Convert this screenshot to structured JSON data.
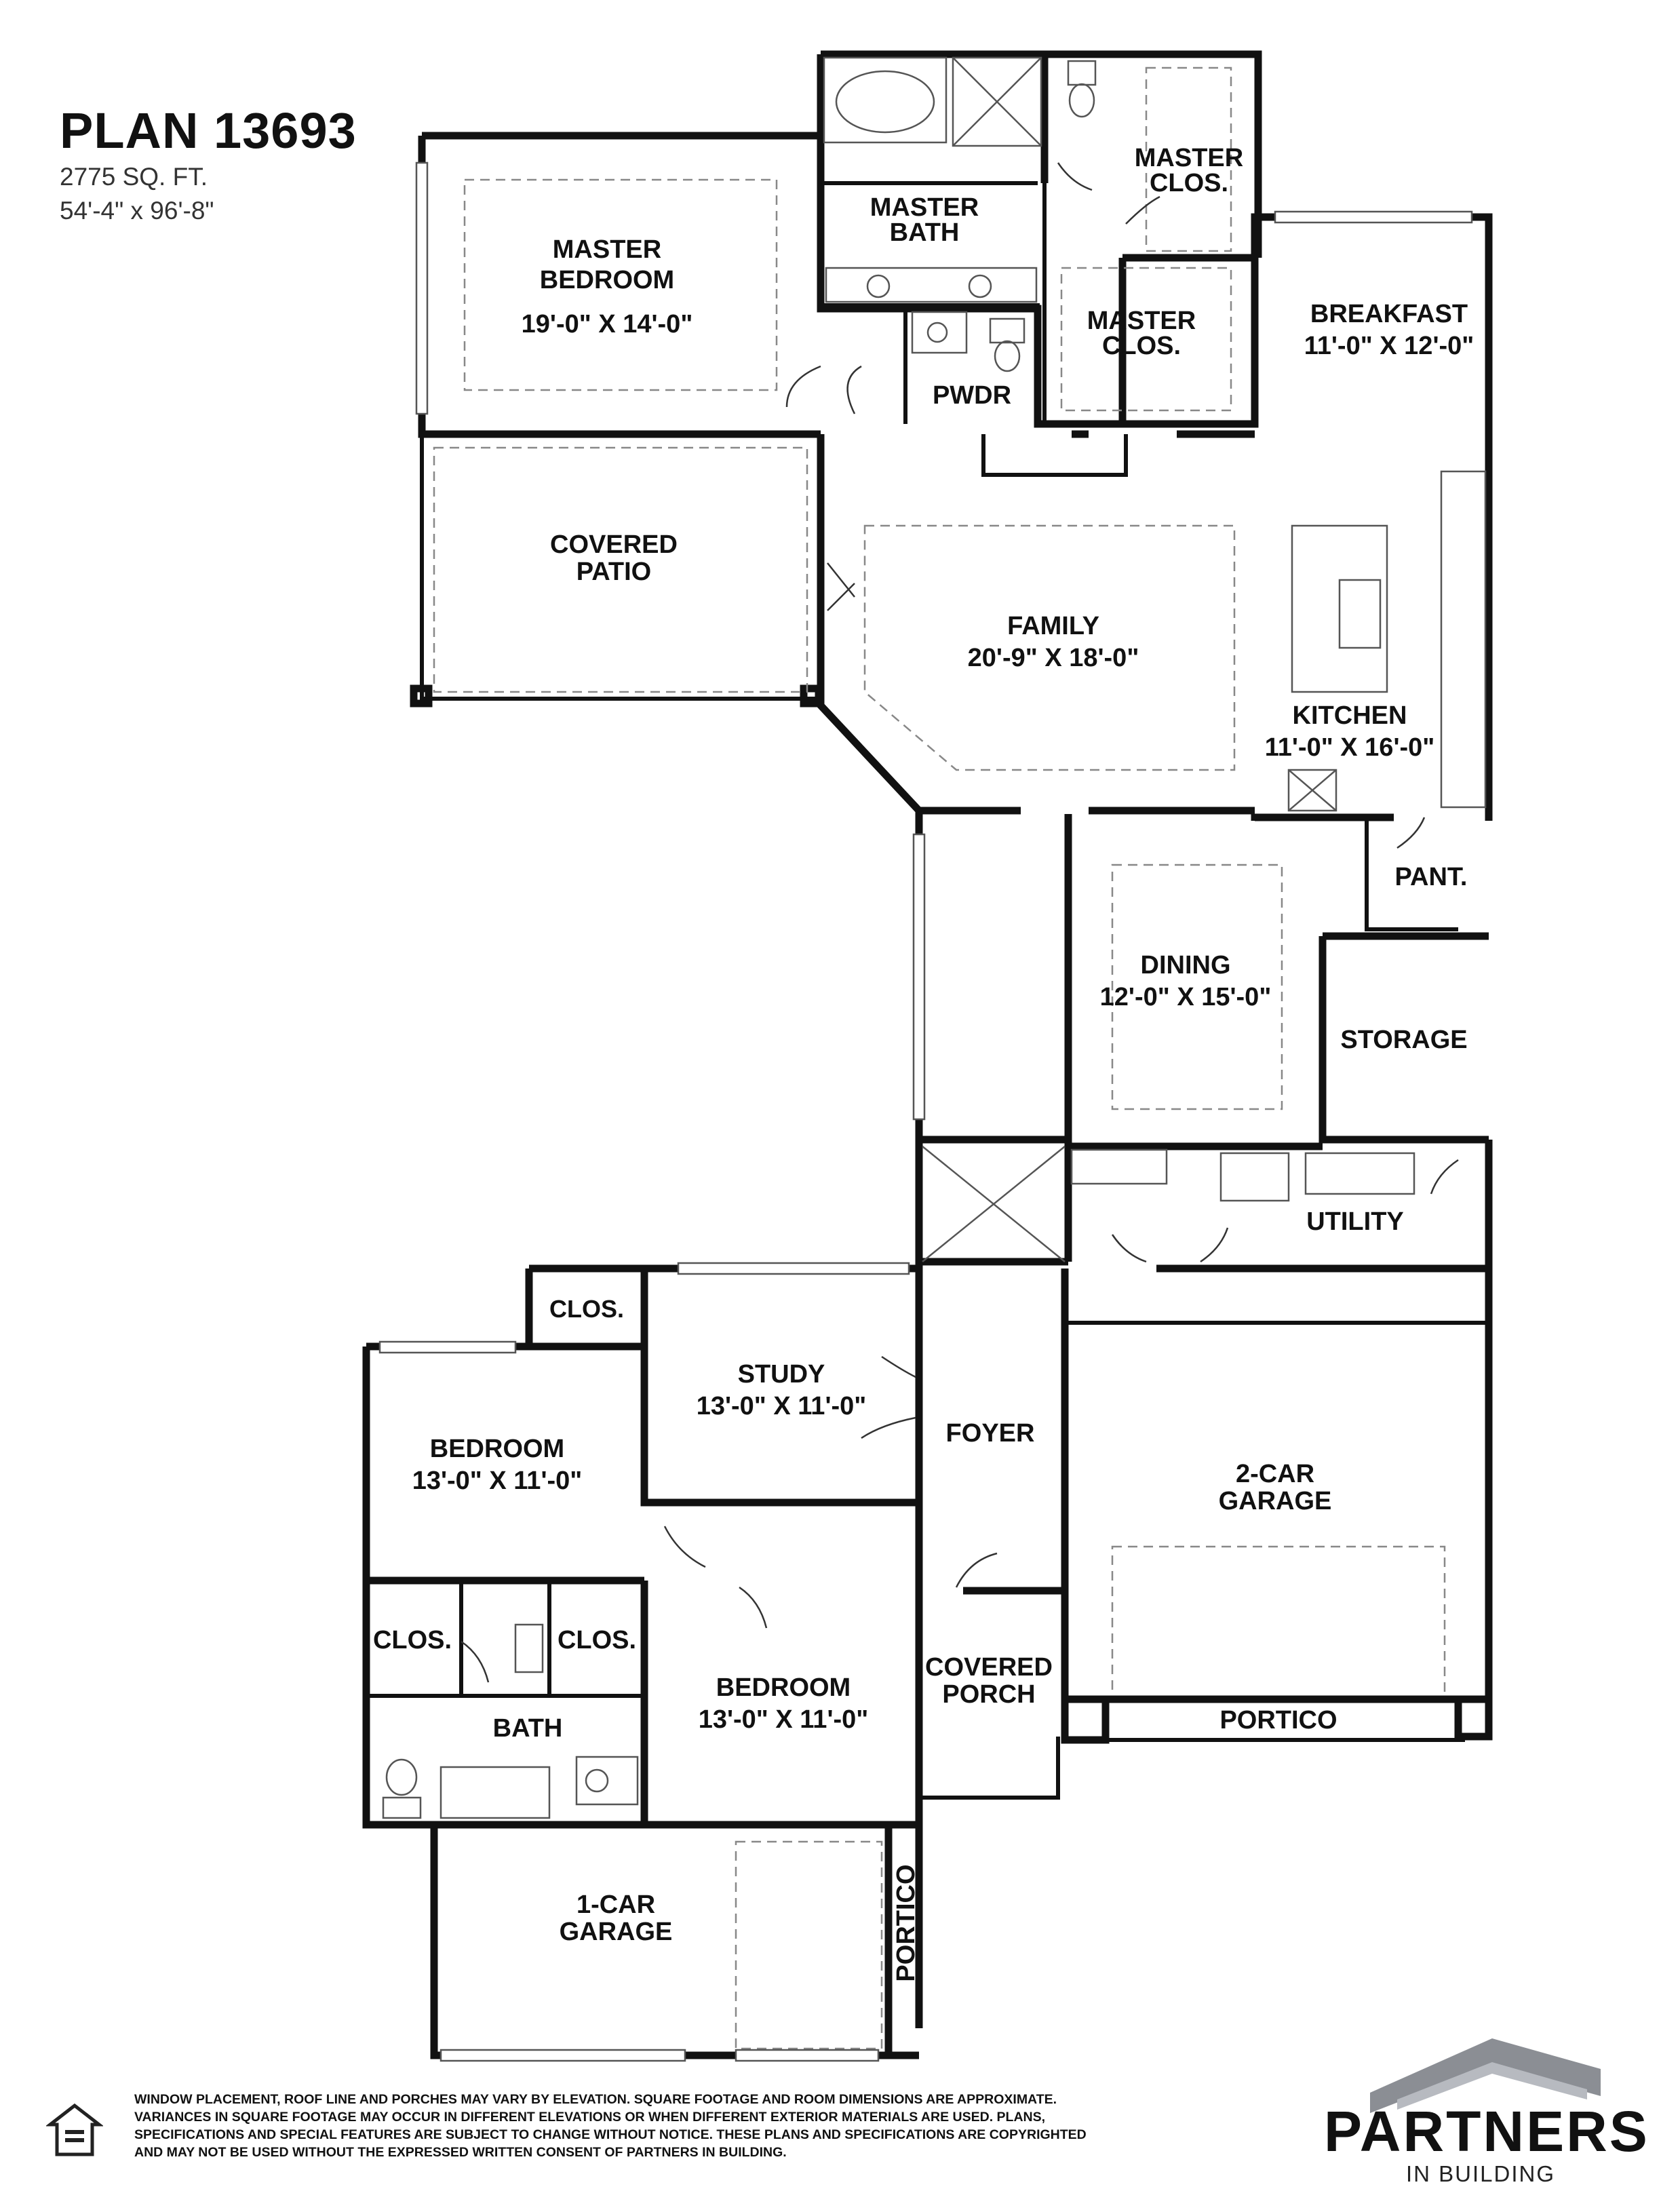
{
  "header": {
    "plan_title": "PLAN 13693",
    "square_feet": "2775 SQ. FT.",
    "dimensions": "54'-4\" x 96'-8\""
  },
  "rooms": {
    "master_bedroom": {
      "name_1": "MASTER",
      "name_2": "BEDROOM",
      "size": "19'-0\" X 14'-0\""
    },
    "master_bath": {
      "name_1": "MASTER",
      "name_2": "BATH"
    },
    "master_clos_upper": {
      "name_1": "MASTER",
      "name_2": "CLOS."
    },
    "master_clos_lower": {
      "name_1": "MASTER",
      "name_2": "CLOS."
    },
    "pwdr": {
      "name": "PWDR"
    },
    "breakfast": {
      "name": "BREAKFAST",
      "size": "11'-0\" X 12'-0\""
    },
    "covered_patio": {
      "name_1": "COVERED",
      "name_2": "PATIO"
    },
    "family": {
      "name": "FAMILY",
      "size": "20'-9\" X 18'-0\""
    },
    "kitchen": {
      "name": "KITCHEN",
      "size": "11'-0\" X 16'-0\""
    },
    "pant": {
      "name": "PANT."
    },
    "dining": {
      "name": "DINING",
      "size": "12'-0\" X 15'-0\""
    },
    "storage": {
      "name": "STORAGE"
    },
    "utility": {
      "name": "UTILITY"
    },
    "clos_study": {
      "name": "CLOS."
    },
    "study": {
      "name": "STUDY",
      "size": "13'-0\" X 11'-0\""
    },
    "foyer": {
      "name": "FOYER"
    },
    "bedroom_2": {
      "name": "BEDROOM",
      "size": "13'-0\" X 11'-0\""
    },
    "garage_2car": {
      "name_1": "2-CAR",
      "name_2": "GARAGE"
    },
    "clos_left": {
      "name": "CLOS."
    },
    "clos_right": {
      "name": "CLOS."
    },
    "bath": {
      "name": "BATH"
    },
    "bedroom_3": {
      "name": "BEDROOM",
      "size": "13'-0\" X 11'-0\""
    },
    "covered_porch": {
      "name_1": "COVERED",
      "name_2": "PORCH"
    },
    "portico_main": {
      "name": "PORTICO"
    },
    "portico_side": {
      "name": "PORTICO"
    },
    "garage_1car": {
      "name_1": "1-CAR",
      "name_2": "GARAGE"
    }
  },
  "footer": {
    "disclaimer_lines": [
      "WINDOW PLACEMENT, ROOF LINE AND PORCHES MAY VARY BY ELEVATION.  SQUARE FOOTAGE AND ROOM DIMENSIONS ARE APPROXIMATE.",
      "VARIANCES IN SQUARE FOOTAGE MAY OCCUR IN DIFFERENT ELEVATIONS OR  WHEN DIFFERENT EXTERIOR MATERIALS ARE USED.  PLANS,",
      "SPECIFICATIONS AND SPECIAL FEATURES ARE SUBJECT TO CHANGE WITHOUT NOTICE.  THESE PLANS AND SPECIFICATIONS ARE COPYRIGHTED",
      "AND MAY NOT BE USED  WITHOUT THE EXPRESSED WRITTEN CONSENT OF PARTNERS IN BUILDING."
    ],
    "brand_name": "PARTNERS",
    "brand_sub": "IN BUILDING"
  },
  "icons": [
    "equal-housing-logo",
    "partners-roof-logo"
  ]
}
